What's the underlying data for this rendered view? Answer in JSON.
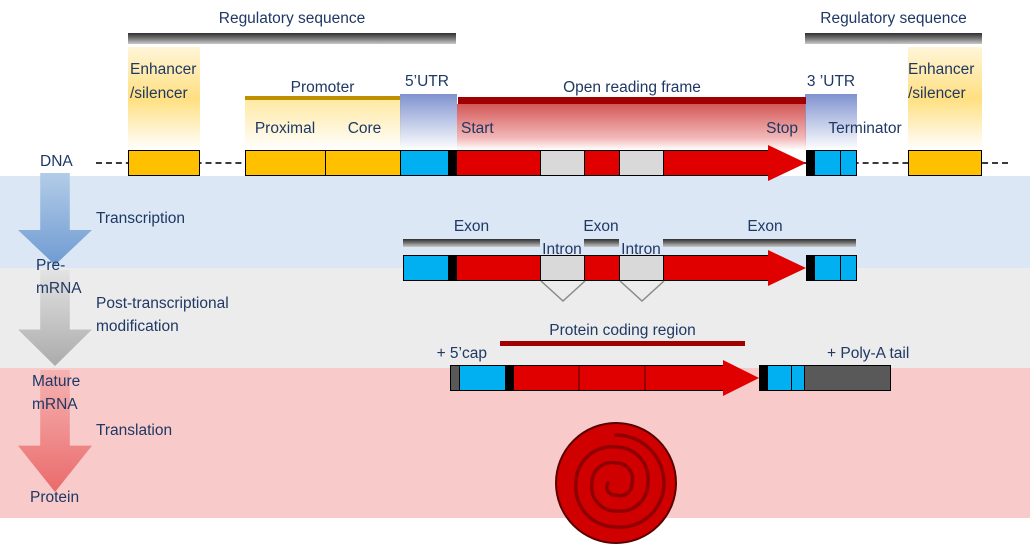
{
  "palette": {
    "label_blue": "#1f3864",
    "yellow": "#ffc000",
    "cyan": "#00b0f0",
    "red": "#e00000",
    "intron_gray": "#d9d9d9",
    "dark_red_bar": "#a00000",
    "promoter_bar": "#bf9000",
    "dark_gray": "#595959",
    "band_blue": "#dbe7f5",
    "band_gray": "#ececec",
    "band_pink": "#f8caca"
  },
  "annotations": {
    "regulatory_left": "Regulatory sequence",
    "regulatory_right": "Regulatory sequence",
    "enhancer_left_line1": "Enhancer",
    "enhancer_left_line2": "/silencer",
    "enhancer_right_line1": "Enhancer",
    "enhancer_right_line2": "/silencer",
    "promoter": "Promoter",
    "proximal": "Proximal",
    "core": "Core",
    "utr5": "5’UTR",
    "orf": "Open reading frame",
    "start": "Start",
    "stop": "Stop",
    "utr3": "3 ’UTR",
    "terminator": "Terminator"
  },
  "stages": {
    "dna": "DNA",
    "pre_mrna_line1": "Pre-",
    "pre_mrna_line2": "mRNA",
    "mature_line1": "Mature",
    "mature_line2": "mRNA",
    "protein": "Protein"
  },
  "processes": {
    "transcription": "Transcription",
    "post_line1": "Post-transcriptional",
    "post_line2": "modification",
    "translation": "Translation"
  },
  "pre_mrna_labels": {
    "exon1": "Exon",
    "exon2": "Exon",
    "exon3": "Exon",
    "intron1": "Intron",
    "intron2": "Intron"
  },
  "mature_labels": {
    "cap": "+ 5’cap",
    "coding_region": "Protein coding region",
    "poly_a": "+ Poly-A tail"
  }
}
